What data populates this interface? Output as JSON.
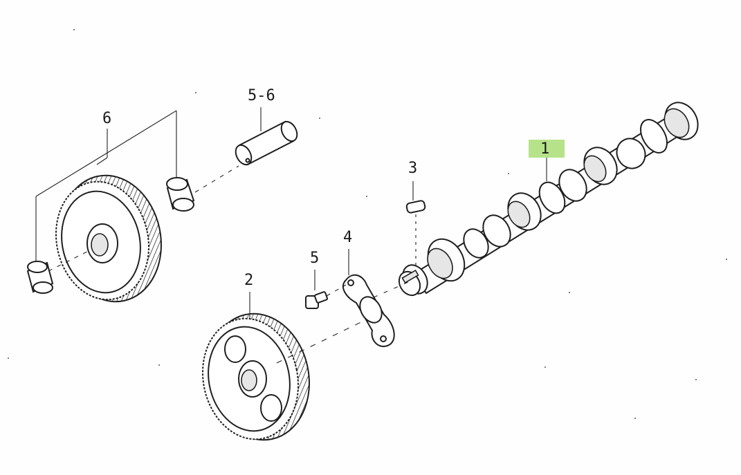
{
  "callouts": [
    {
      "id": "1",
      "label": "1",
      "highlighted": true
    },
    {
      "id": "2",
      "label": "2",
      "highlighted": false
    },
    {
      "id": "3",
      "label": "3",
      "highlighted": false
    },
    {
      "id": "4",
      "label": "4",
      "highlighted": false
    },
    {
      "id": "5",
      "label": "5",
      "highlighted": false
    },
    {
      "id": "5-6",
      "label": "5-6",
      "highlighted": false
    },
    {
      "id": "6",
      "label": "6",
      "highlighted": false
    }
  ],
  "colors": {
    "highlight": "#b6e38a",
    "line": "#222222",
    "background": "#fefefe"
  }
}
